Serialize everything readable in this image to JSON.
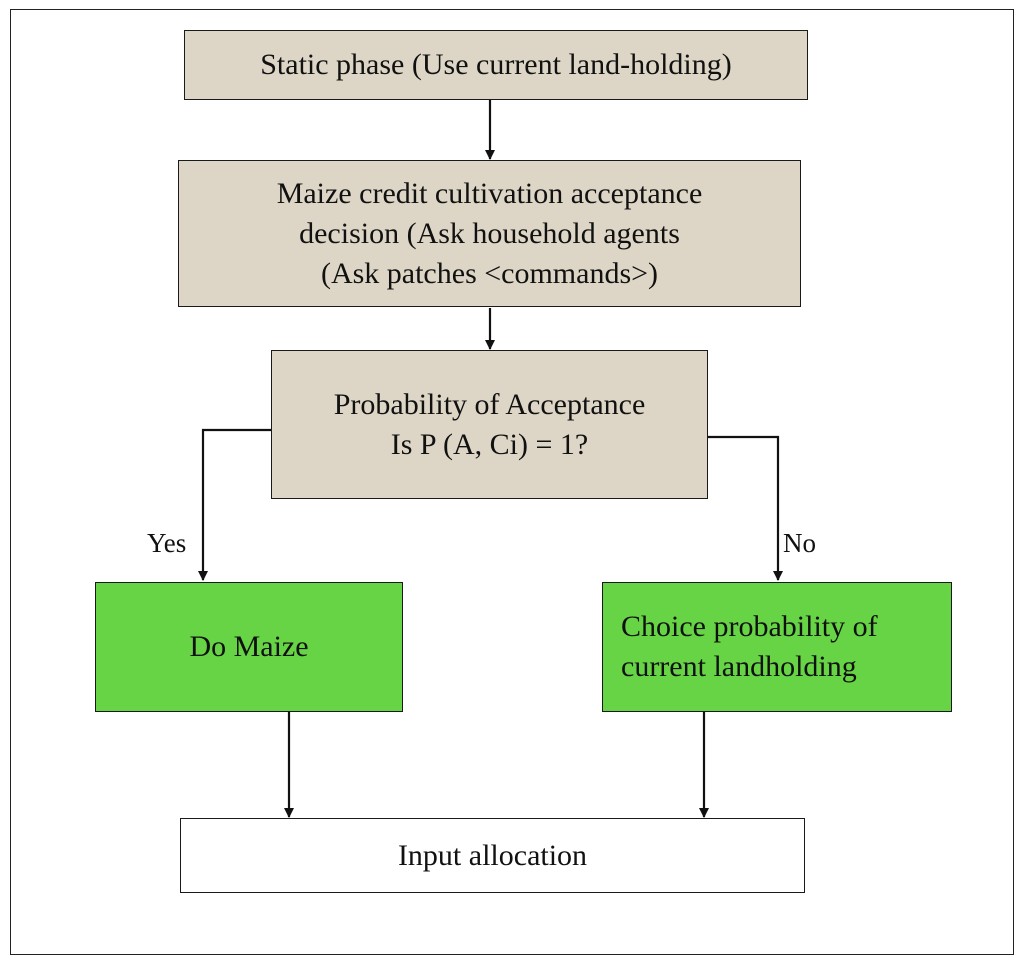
{
  "nodes": {
    "static_phase": "Static phase (Use current land-holding)",
    "maize_credit": [
      "Maize credit cultivation acceptance",
      "decision (Ask household agents",
      "(Ask patches <commands>)"
    ],
    "probability": [
      "Probability of Acceptance",
      "Is P (A, Ci) = 1?"
    ],
    "do_maize": "Do Maize",
    "choice_probability": [
      "Choice probability of",
      "current landholding"
    ],
    "input_allocation": "Input allocation"
  },
  "edges": {
    "yes_label": "Yes",
    "no_label": "No"
  },
  "colors": {
    "process_fill": "#ddd6c6",
    "outcome_fill": "#66d444",
    "final_fill": "#ffffff",
    "stroke": "#1a1a1a"
  }
}
